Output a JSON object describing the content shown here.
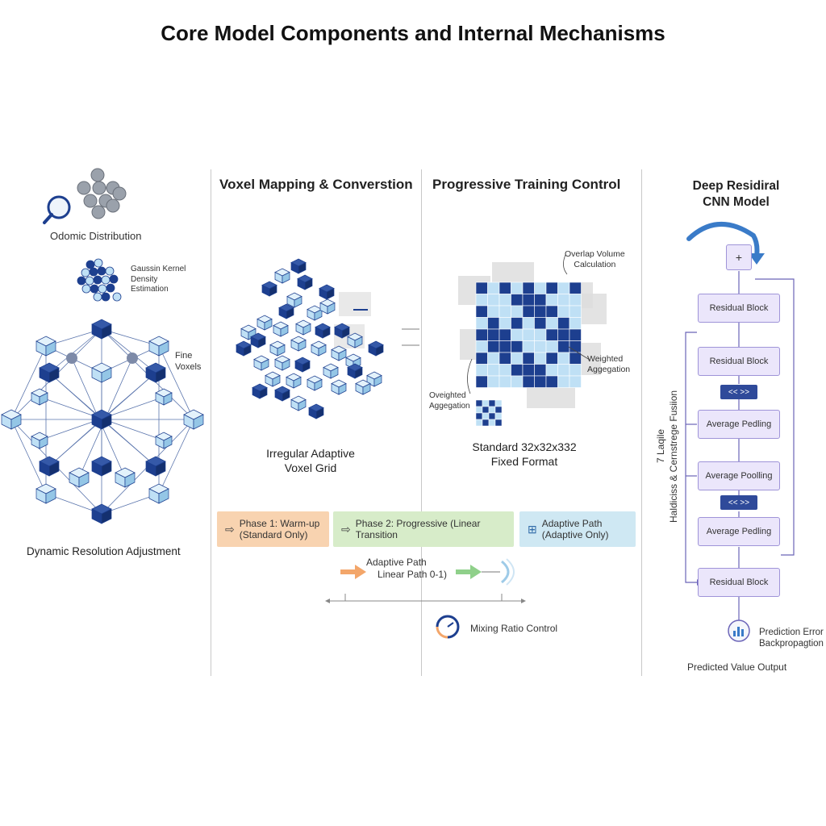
{
  "title": "Core Model Components and Internal Mechanisms",
  "col1": {
    "label_distribution": "Odomic Distribution",
    "label_gaussian": "Gaussin Kernel\nDensity\nEstimation",
    "label_fine": "Fine\nVoxels",
    "label_dynamic": "Dynamic Resolution Adjustment",
    "icons": [
      "magnifier-icon",
      "atom-cluster-icon",
      "cube-icon"
    ]
  },
  "col2": {
    "heading": "Voxel Mapping & Converstion",
    "label_grid": "Irregular Adaptive\nVoxel Grid"
  },
  "col3": {
    "heading": "Progressive Training Control",
    "label_overlap": "Overlap Volume\nCalculation",
    "label_weighted": "Weighted\nAggegation",
    "label_oweighted": "Oveighted\nAggegation",
    "label_standard": "Standard 32x32x332\nFixed Format"
  },
  "phases": [
    {
      "label": "Phase 1: Warm-up\n(Standard Only)",
      "color": "#f8d3b0"
    },
    {
      "label": "Phase 2: Progressive (Linear Transition",
      "color": "#d7ecc9"
    },
    {
      "label": "Adaptive Path\n(Adaptive Only)",
      "color": "#cfe8f3"
    }
  ],
  "mix": {
    "adaptive_label": "Adaptive Path",
    "linear_label": "Linear Path 0-1)",
    "control_label": "Mixing Ratio Control"
  },
  "col4": {
    "heading": "Deep Residiral\nCNN Model",
    "plus": "+",
    "blocks": [
      "Residual Block",
      "Residual Block",
      "Average Pedling",
      "Average Poolling",
      "Average Pedling",
      "Residual Block"
    ],
    "chevron": "<<  >>",
    "side_label_1": "7 Laqile",
    "side_label_2": "Haldiciss & Cernstrege Fusiion",
    "error_label": "Prediction Error\nBackpropagtion",
    "output_label": "Predicted Value Output"
  },
  "colors": {
    "dark_blue": "#1d3f8f",
    "light_blue": "#bfe0f5",
    "purple_block": "#ebe6fb",
    "accent": "#3a7bc8"
  }
}
